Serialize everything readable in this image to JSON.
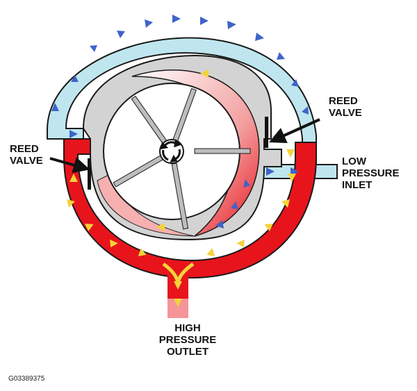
{
  "labels": {
    "reed_valve_right": {
      "line1": "REED",
      "line2": "VALVE"
    },
    "reed_valve_left": {
      "line1": "REED",
      "line2": "VALVE"
    },
    "low_pressure_inlet": {
      "line1": "LOW",
      "line2": "PRESSURE",
      "line3": "INLET"
    },
    "high_pressure_outlet": {
      "line1": "HIGH",
      "line2": "PRESSURE",
      "line3": "OUTLET"
    }
  },
  "figure_id": "G03389375",
  "colors": {
    "high_pressure": "#e8141c",
    "low_pressure": "#bfe6ef",
    "low_arrow": "#3f63c9",
    "high_arrow": "#f5d23a",
    "housing": "#d3d3d3",
    "rotor": "#ffffff",
    "outline": "#1a1a1a"
  },
  "icons": [
    "arrow-blue-icon",
    "arrow-yellow-icon",
    "rotation-arrows-icon"
  ]
}
